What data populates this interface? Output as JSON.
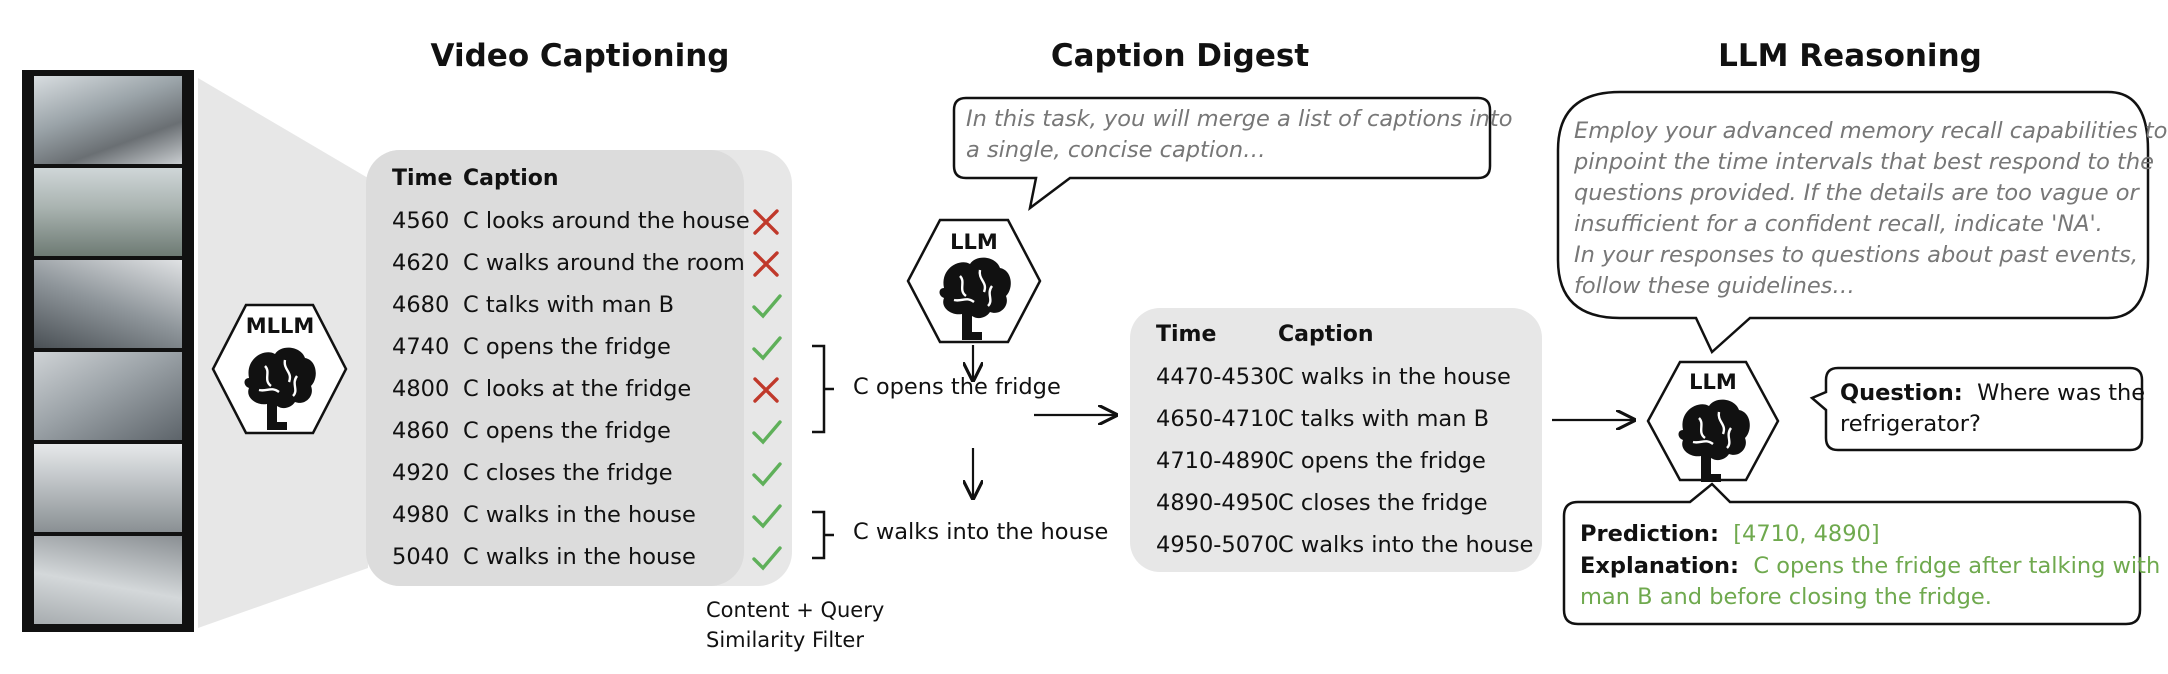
{
  "sections": {
    "video_captioning": "Video Captioning",
    "caption_digest": "Caption Digest",
    "llm_reasoning": "LLM Reasoning"
  },
  "models": {
    "mllm": "MLLM",
    "llm_digest": "LLM",
    "llm_reasoning": "LLM"
  },
  "caption_table": {
    "headers": {
      "time": "Time",
      "caption": "Caption"
    },
    "rows": [
      {
        "time": "4560",
        "caption": "C looks around the house",
        "kept": false
      },
      {
        "time": "4620",
        "caption": "C walks around the room",
        "kept": false
      },
      {
        "time": "4680",
        "caption": "C talks with man B",
        "kept": true
      },
      {
        "time": "4740",
        "caption": "C opens the fridge",
        "kept": true
      },
      {
        "time": "4800",
        "caption": "C looks at the fridge",
        "kept": false
      },
      {
        "time": "4860",
        "caption": "C opens the fridge",
        "kept": true
      },
      {
        "time": "4920",
        "caption": "C closes the fridge",
        "kept": true
      },
      {
        "time": "4980",
        "caption": "C walks in the house",
        "kept": true
      },
      {
        "time": "5040",
        "caption": "C walks in the house",
        "kept": true
      }
    ],
    "filter_label_line1": "Content + Query",
    "filter_label_line2": "Similarity Filter"
  },
  "digest": {
    "prompt_line1": "In this task, you will merge a list of captions into",
    "prompt_line2": "a single, concise caption…",
    "merged_1": "C opens the fridge",
    "merged_2": "C walks into the house"
  },
  "digest_table": {
    "headers": {
      "time": "Time",
      "caption": "Caption"
    },
    "rows": [
      {
        "time": "4470-4530",
        "caption": "C walks in the house"
      },
      {
        "time": "4650-4710",
        "caption": "C talks with man B"
      },
      {
        "time": "4710-4890",
        "caption": "C opens the fridge"
      },
      {
        "time": "4890-4950",
        "caption": "C closes the fridge"
      },
      {
        "time": "4950-5070",
        "caption": "C walks into the house"
      }
    ]
  },
  "reasoning": {
    "prompt_lines": [
      "Employ your advanced memory recall capabilities to",
      "pinpoint the time intervals that best respond to the",
      "questions provided. If the details are too vague or",
      "insufficient for a confident recall, indicate 'NA'.",
      "In your responses to questions about past events,",
      "follow these guidelines…"
    ],
    "question_label": "Question:",
    "question_line1": "Where was the",
    "question_line2": "refrigerator?",
    "prediction_label": "Prediction:",
    "prediction_value": "[4710, 4890]",
    "explanation_label": "Explanation:",
    "explanation_line1": "C opens the fridge after talking with",
    "explanation_line2": "man B and before closing the fridge."
  },
  "colors": {
    "panel_gray": "#e7e7e7",
    "check_green": "#5fb05a",
    "cross_red": "#c0392b",
    "answer_green": "#6fa94e"
  }
}
